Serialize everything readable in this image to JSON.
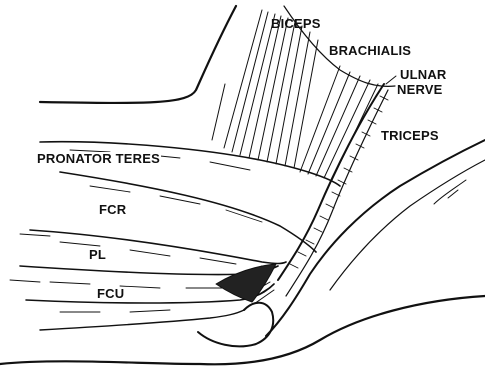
{
  "figure": {
    "labels": {
      "biceps": "BICEPS",
      "brachialis": "BRACHIALIS",
      "ulnar_nerve_line1": "ULNAR",
      "ulnar_nerve_line2": "NERVE",
      "triceps": "TRICEPS",
      "pronator_teres": "PRONATOR TERES",
      "fcr": "FCR",
      "pl": "PL",
      "fcu": "FCU"
    },
    "colors": {
      "ink": "#111111",
      "paper": "#ffffff"
    }
  }
}
